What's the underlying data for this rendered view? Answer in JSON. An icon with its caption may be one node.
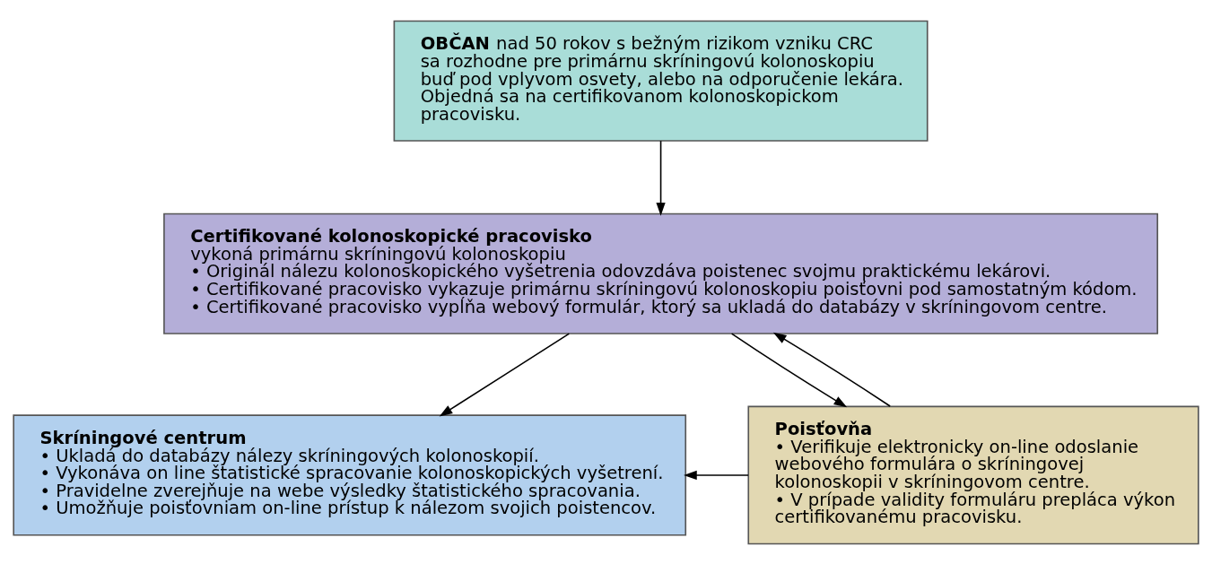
{
  "diagram": {
    "nodes": [
      {
        "text": [
          "**OBČAN** nad 50 rokov s bežným rizikom vzniku CRC sa rozhodne pre primárnu skríningovú kolonoskopiu buď pod vplyvom osvety, alebo na odporučenie lekára. Objedná sa na certifikovanom kolonoskopickom pracovisku."
        ]
      },
      {
        "text": [
          "Certifikované kolonoskopické pracovisko",
          "vykoná primárnu skríningovú kolonoskopiu",
          "• Originál nálezu kolonoskopického vyšetrenia odovzdáva poistenec svojmu praktickému lekárovi.",
          "• Certifikované pracovisko vykazuje primárnu skríningovú kolonoskopiu poisťovni pod samostatným kódom.",
          "• Certifikované pracovisko vypĺňa webový formulár, ktorý sa ukladá do databázy v skríningovom centre."
        ]
      },
      {
        "text": [
          "Skríningové centrum",
          "• Ukladá do databázy nálezy skríningových kolonoskopií.",
          "• Vykonáva on line štatistické spracovanie kolonoskopických vyšetrení.",
          "• Pravidelne zverejňuje na webe výsledky štatistického spracovania.",
          "• Umožňuje poisťovniam on-line prístup k nálezom svojich poistencov."
        ]
      },
      {
        "text": [
          "Poisťovňa",
          "• Verifikuje elektronicky on-line odoslanie webového formulára o skríningovej kolonoskopii v skríningovom centre.",
          "• V prípade validity formuláru prepláca výkon certifikovanému pracovisku."
        ]
      }
    ],
    "edges": [
      {
        "from": 0,
        "to": 1,
        "arrow": "to"
      },
      {
        "from": 1,
        "to": 2,
        "arrow": "to"
      },
      {
        "from": 1,
        "to": 3,
        "arrow": "to"
      },
      {
        "from": 3,
        "to": 2,
        "arrow": "to"
      },
      {
        "from": 3,
        "to": 1,
        "arrow": "to"
      }
    ]
  }
}
